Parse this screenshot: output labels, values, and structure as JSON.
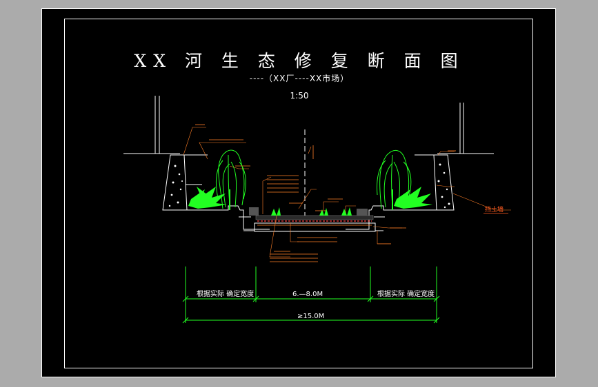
{
  "drawing": {
    "title": "XX 河 生 态 修 复 断 面 图",
    "subtitle": "----（XX厂----XX市场）",
    "scale": "1:50"
  },
  "dimensions": {
    "left_width": "根据实际 确定宽度",
    "center_width": "6.—8.0M",
    "right_width": "根据实际 确定宽度",
    "total_width": "≥15.0M"
  },
  "callouts": {
    "retaining_wall": "挡土墙"
  },
  "colors": {
    "background_outer": "#ababab",
    "sheet": "#000000",
    "line": "#ffffff",
    "annotation": "#ff7f27",
    "vegetation": "#22ff22",
    "dimension": "#22ff22"
  }
}
